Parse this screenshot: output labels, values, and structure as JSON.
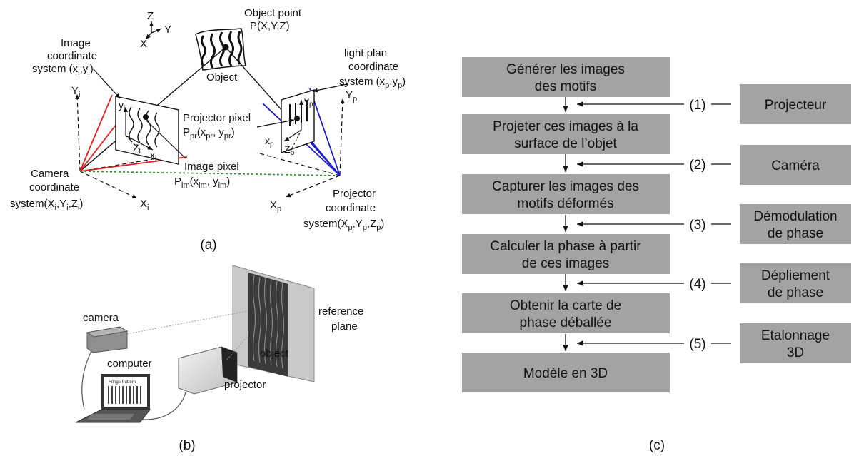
{
  "panel_a": {
    "label": "(a)",
    "axes": {
      "z": "Z",
      "y": "Y",
      "x": "X"
    },
    "object_point": {
      "line1": "Object point",
      "line2": "P(X,Y,Z)"
    },
    "object": "Object",
    "image_cs": {
      "line1": "Image",
      "line2": "coordinate",
      "line3": "system (x",
      "sub": "i",
      "mid": ",y",
      "sub2": "i",
      "end": ")"
    },
    "light_cs": {
      "line1": "light plan",
      "line2": "coordinate",
      "line3": "system (x",
      "sub": "p",
      "mid": ",y",
      "sub2": "p",
      "end": ")"
    },
    "projector_pixel": {
      "line1": "Projector pixel",
      "p": "P",
      "psub": "pr",
      "open": "(x",
      "xsub": "pr",
      "mid": ", y",
      "ysub": "pr",
      "close": ")"
    },
    "image_pixel": {
      "line1": "Image pixel",
      "p": "P",
      "psub": "im",
      "open": "(x",
      "xsub": "im",
      "mid": ", y",
      "ysub": "im",
      "close": ")"
    },
    "camera_cs": {
      "line1": "Camera",
      "line2": "coordinate",
      "line3": "system(X",
      "s1": "i",
      "c1": ",Y",
      "s2": "i",
      "c2": ",Z",
      "s3": "i",
      "end": ")"
    },
    "projector_cs": {
      "line1": "Projector",
      "line2": "coordinate",
      "line3": "system(X",
      "s1": "p",
      "c1": ",Y",
      "s2": "p",
      "c2": ",Z",
      "s3": "p",
      "end": ")"
    },
    "axis_labels": {
      "Yi": "Y",
      "Yi_sub": "i",
      "Xi": "X",
      "Xi_sub": "i",
      "Yp": "Y",
      "Yp_sub": "p",
      "Xp": "X",
      "Xp_sub": "p",
      "yi": "y",
      "yi_sub": "i",
      "zi": "Z",
      "zi_sub": "i",
      "xi": "x",
      "xi_sub": "i",
      "yp": "y",
      "yp_sub": "p",
      "zp": "Z",
      "zp_sub": "p",
      "xp": "x",
      "xp_sub": "p"
    },
    "colors": {
      "camera_rays": "#e02020",
      "projector_rays": "#1c1cc8",
      "baseline": "#2e8b2e"
    }
  },
  "panel_b": {
    "label": "(b)",
    "camera": "camera",
    "computer": "computer",
    "projector": "projector",
    "object": "object",
    "reference": {
      "line1": "reference",
      "line2": "plane"
    },
    "screen_text": "Fringe Pattern"
  },
  "panel_c": {
    "label": "(c)",
    "steps": [
      {
        "line1": "Générer les images",
        "line2": "des motifs"
      },
      {
        "line1": "Projeter ces images à la",
        "line2": "surface de l’objet"
      },
      {
        "line1": "Capturer les images des",
        "line2": "motifs déformés"
      },
      {
        "line1": "Calculer la phase à partir",
        "line2": "de ces images"
      },
      {
        "line1": "Obtenir la carte de",
        "line2": "phase déballée"
      },
      {
        "line1": "Modèle en 3D",
        "line2": ""
      }
    ],
    "inputs": [
      {
        "number": "(1)",
        "line1": "Projecteur",
        "line2": ""
      },
      {
        "number": "(2)",
        "line1": "Caméra",
        "line2": ""
      },
      {
        "number": "(3)",
        "line1": "Démodulation",
        "line2": "de phase"
      },
      {
        "number": "(4)",
        "line1": "Dépliement",
        "line2": "de phase"
      },
      {
        "number": "(5)",
        "line1": "Etalonnage",
        "line2": "3D"
      }
    ],
    "colors": {
      "box_fill": "#a3a3a3"
    }
  }
}
